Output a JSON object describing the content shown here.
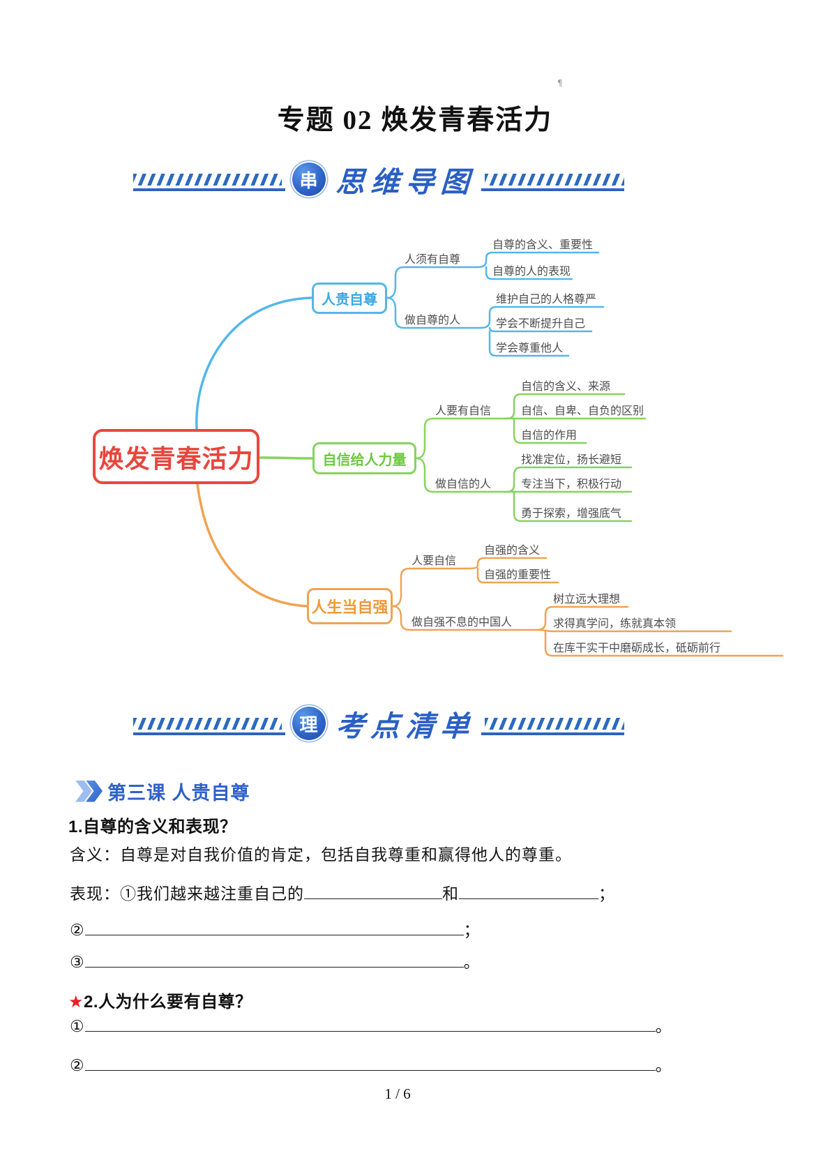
{
  "doc": {
    "title": "专题 02 焕发青春活力",
    "page_number": "1 / 6",
    "paragraph_mark": "¶"
  },
  "colors": {
    "header_blue": "#2a5fc4",
    "branch_blue": "#53b7e9",
    "branch_green": "#84d45c",
    "branch_orange": "#f0a350",
    "root_red": "#e8453c",
    "star_red": "#ee1c25"
  },
  "headers": {
    "mindmap": {
      "badge": "串",
      "title": "思维导图"
    },
    "keypoints": {
      "badge": "理",
      "title": "考点清单"
    }
  },
  "mindmap": {
    "root": {
      "label": "焕发青春活力"
    },
    "branches": [
      {
        "label": "人贵自尊",
        "subtopics": [
          {
            "label": "人须有自尊",
            "children": [
              "自尊的含义、重要性",
              "自尊的人的表现"
            ]
          },
          {
            "label": "做自尊的人",
            "children": [
              "维护自己的人格尊严",
              "学会不断提升自己",
              "学会尊重他人"
            ]
          }
        ]
      },
      {
        "label": "自信给人力量",
        "subtopics": [
          {
            "label": "人要有自信",
            "children": [
              "自信的含义、来源",
              "自信、自卑、自负的区别",
              "自信的作用"
            ]
          },
          {
            "label": "做自信的人",
            "children": [
              "找准定位，扬长避短",
              "专注当下，积极行动",
              "勇于探索，增强底气"
            ]
          }
        ]
      },
      {
        "label": "人生当自强",
        "subtopics": [
          {
            "label": "人要自信",
            "children": [
              "自强的含义",
              "自强的重要性"
            ]
          },
          {
            "label": "做自强不息的中国人",
            "children": [
              "树立远大理想",
              "求得真学问，练就真本领",
              "在库干实干中磨砺成长，砥砺前行"
            ]
          }
        ]
      }
    ]
  },
  "keypoints": {
    "lesson": "第三课 人贵自尊",
    "q1": {
      "title": "1.自尊的含义和表现？",
      "meaning": "含义：自尊是对自我价值的肯定，包括自我尊重和赢得他人的尊重。",
      "expression_prefix": "表现：①我们越来越注重自己的",
      "and": "和",
      "semicolon": "；",
      "item2_num": "②",
      "item3_num": "③",
      "period": "。"
    },
    "q2": {
      "star": "★",
      "title": "2.人为什么要有自尊？",
      "item1_num": "①",
      "item2_num": "②",
      "period": "。"
    }
  }
}
